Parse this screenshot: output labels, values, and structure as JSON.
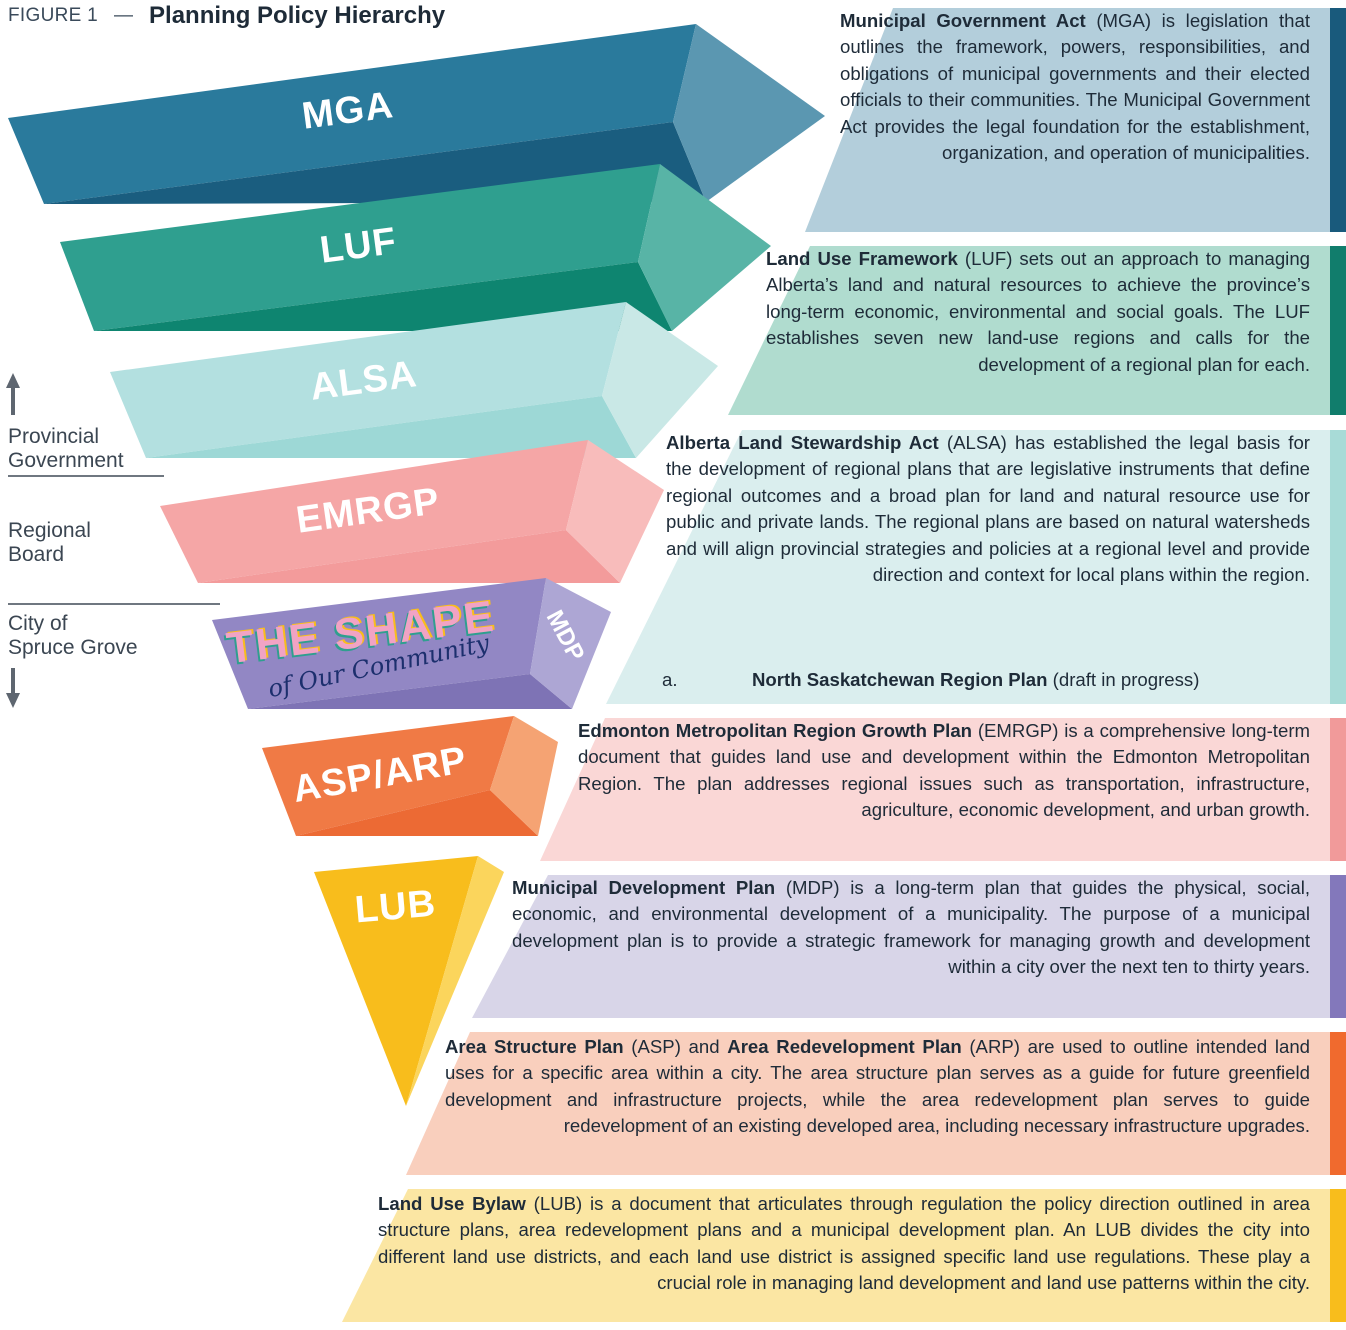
{
  "figure": {
    "number": "FIGURE 1",
    "dash": "—",
    "title": "Planning Policy Hierarchy"
  },
  "side_labels": {
    "provincial": [
      "Provincial",
      "Government"
    ],
    "regional": [
      "Regional",
      "Board"
    ],
    "city": [
      "City of",
      "Spruce Grove"
    ]
  },
  "colors": {
    "mga": "#2a7a9c",
    "luf": "#2f9f8f",
    "alsa": "#b3e0e0",
    "emrgp": "#f5a6a6",
    "mdp": "#9287c4",
    "asp": "#f07a45",
    "lub": "#f8bd1c"
  },
  "hierarchy": [
    {
      "label": "MGA"
    },
    {
      "label": "LUF"
    },
    {
      "label": "ALSA"
    },
    {
      "label": "EMRGP"
    },
    {
      "label": "MDP"
    },
    {
      "label": "ASP/ARP"
    },
    {
      "label": "LUB"
    }
  ],
  "mdp_logo": {
    "line1": "THE SHAPE",
    "line2": "of Our Community"
  },
  "panels": [
    {
      "bold": "Municipal Government Act",
      "text": " (MGA) is legislation that outlines the framework, powers, responsibilities, and obligations of municipal governments and their elected officials to their communities. The Municipal Government Act provides the legal foundation for the establishment, organization, and operation of municipalities."
    },
    {
      "bold": "Land Use Framework",
      "text": " (LUF) sets out an approach to managing Alberta’s land and natural resources to achieve the province’s long-term economic, environmental and social goals. The LUF establishes seven new land-use regions and calls for the development of a regional plan for each."
    },
    {
      "bold": "Alberta Land Stewardship Act",
      "text": " (ALSA) has established the legal basis for the development of regional plans that are legislative instruments that define regional outcomes and a broad plan for land and natural resource use for public and private lands. The regional plans are based on natural watersheds and will align provincial strategies and policies at a regional level and provide direction and context for local plans within the region."
    },
    {
      "bold": "Edmonton Metropolitan Region Growth Plan",
      "text": " (EMRGP) is a comprehensive long-term document that guides land use and development within the Edmonton Metropolitan Region. The plan addresses regional issues such as transportation, infrastructure, agriculture, economic development, and urban growth."
    },
    {
      "bold": "Municipal Development Plan",
      "text": " (MDP) is a long-term plan that guides the physical, social, economic, and environmental development of a municipality. The purpose of a municipal development plan is to provide a strategic framework for managing growth and development within a city over the next ten to thirty years."
    },
    {
      "bold": "Area Structure Plan",
      "text": " (ASP) and ",
      "bold2": "Area Redevelopment Plan",
      "text2": " (ARP) are used to outline intended land uses for a specific area within a city. The area structure plan serves as a guide for future greenfield development and infrastructure projects, while the area redevelopment plan serves to guide redevelopment of an existing developed area, including necessary infrastructure upgrades."
    },
    {
      "bold": "Land Use Bylaw",
      "text": " (LUB) is a document that articulates through regulation the policy direction outlined in area structure plans, area redevelopment plans and a municipal development plan. An LUB divides the city into different land use districts, and each land use district is assigned specific land use regulations. These play a crucial role in managing land development and land use patterns within the city."
    }
  ],
  "alsa_subitem": {
    "marker": "a.",
    "bold": "North Saskatchewan Region Plan",
    "text": " (draft in progress)"
  }
}
